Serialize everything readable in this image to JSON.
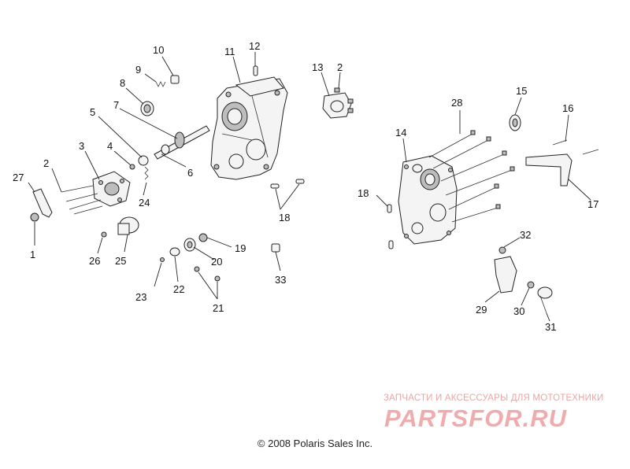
{
  "diagram": {
    "callouts": [
      {
        "id": "1",
        "label": "1"
      },
      {
        "id": "2a",
        "label": "2"
      },
      {
        "id": "2b",
        "label": "2"
      },
      {
        "id": "3",
        "label": "3"
      },
      {
        "id": "4",
        "label": "4"
      },
      {
        "id": "5",
        "label": "5"
      },
      {
        "id": "6",
        "label": "6"
      },
      {
        "id": "7",
        "label": "7"
      },
      {
        "id": "8",
        "label": "8"
      },
      {
        "id": "9",
        "label": "9"
      },
      {
        "id": "10",
        "label": "10"
      },
      {
        "id": "11",
        "label": "11"
      },
      {
        "id": "12",
        "label": "12"
      },
      {
        "id": "13",
        "label": "13"
      },
      {
        "id": "14",
        "label": "14"
      },
      {
        "id": "15",
        "label": "15"
      },
      {
        "id": "16",
        "label": "16"
      },
      {
        "id": "17",
        "label": "17"
      },
      {
        "id": "18a",
        "label": "18"
      },
      {
        "id": "18b",
        "label": "18"
      },
      {
        "id": "19",
        "label": "19"
      },
      {
        "id": "20",
        "label": "20"
      },
      {
        "id": "21",
        "label": "21"
      },
      {
        "id": "22",
        "label": "22"
      },
      {
        "id": "23",
        "label": "23"
      },
      {
        "id": "24",
        "label": "24"
      },
      {
        "id": "25",
        "label": "25"
      },
      {
        "id": "26",
        "label": "26"
      },
      {
        "id": "27",
        "label": "27"
      },
      {
        "id": "28",
        "label": "28"
      },
      {
        "id": "29",
        "label": "29"
      },
      {
        "id": "30",
        "label": "30"
      },
      {
        "id": "31",
        "label": "31"
      },
      {
        "id": "32",
        "label": "32"
      },
      {
        "id": "33",
        "label": "33"
      }
    ]
  },
  "watermark": {
    "caption": "ЗАПЧАСТИ И АКСЕССУАРЫ ДЛЯ МОТОТЕХНИКИ",
    "logo_text": "PARTSFOR.RU",
    "color": "#e46a6a"
  },
  "footer": {
    "copyright": "© 2008 Polaris Sales Inc."
  }
}
